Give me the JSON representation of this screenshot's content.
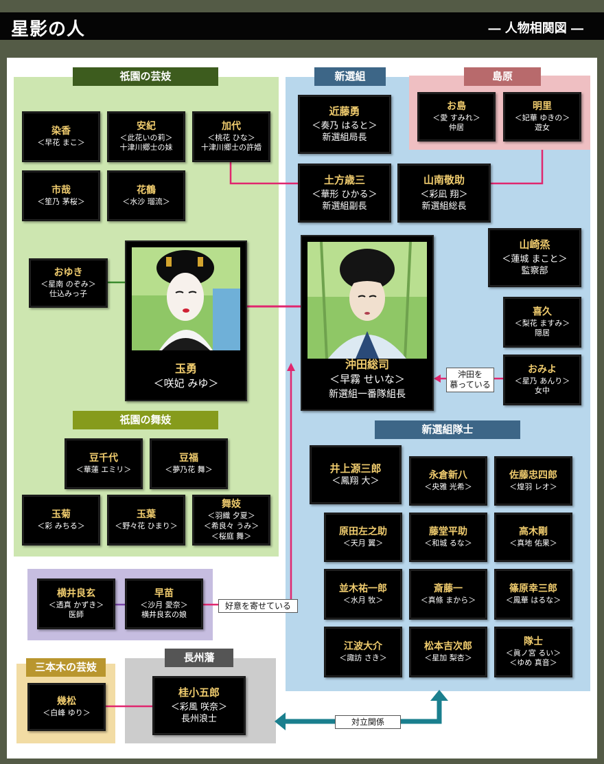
{
  "header": {
    "title": "星影の人",
    "subtitle": "― 人物相関図 ―"
  },
  "groups": {
    "gion_geiko": "祇園の芸妓",
    "shinsengumi": "新選組",
    "shimabara": "島原",
    "gion_maiko": "祇園の舞妓",
    "taishi": "新選組隊士",
    "sanbongi": "三本木の芸妓",
    "choshu": "長州藩"
  },
  "people": {
    "someka": {
      "name": "染香",
      "actor": "＜早花 まこ＞",
      "role": ""
    },
    "aki": {
      "name": "安紀",
      "actor": "＜此花いの莉＞",
      "role": "十津川郷士の妹"
    },
    "kayo": {
      "name": "加代",
      "actor": "＜桃花 ひな＞",
      "role": "十津川郷士の許婚"
    },
    "ichiya": {
      "name": "市哉",
      "actor": "＜笙乃 茅桜＞",
      "role": ""
    },
    "hanazuru": {
      "name": "花鶴",
      "actor": "＜水沙 瑠流＞",
      "role": ""
    },
    "oyuki": {
      "name": "おゆき",
      "actor": "＜星南 のぞみ＞",
      "role": "仕込みっ子"
    },
    "tamayu": {
      "name": "玉勇",
      "actor": "＜咲妃 みゆ＞",
      "role": ""
    },
    "mameyo": {
      "name": "豆千代",
      "actor": "＜華蓮 エミリ＞",
      "role": ""
    },
    "mamefuku": {
      "name": "豆福",
      "actor": "＜夢乃花 舞＞",
      "role": ""
    },
    "tamagiku": {
      "name": "玉菊",
      "actor": "＜彩 みちる＞",
      "role": ""
    },
    "tamaha": {
      "name": "玉葉",
      "actor": "＜野々花 ひまり＞",
      "role": ""
    },
    "maiko": {
      "name": "舞妓",
      "actor": "＜羽織 夕夏＞",
      "actor2": "＜希良々 うみ＞",
      "actor3": "＜桜庭 舞＞"
    },
    "kondo": {
      "name": "近藤勇",
      "actor": "＜奏乃 はると＞",
      "role": "新選組局長"
    },
    "hijikata": {
      "name": "土方歳三",
      "actor": "＜華形 ひかる＞",
      "role": "新選組副長"
    },
    "yamanami": {
      "name": "山南敬助",
      "actor": "＜彩凪 翔＞",
      "role": "新選組総長"
    },
    "okita": {
      "name": "沖田総司",
      "actor": "＜早霧 せいな＞",
      "role": "新選組一番隊組長"
    },
    "yamazaki": {
      "name": "山崎烝",
      "actor": "＜蓮城 まこと＞",
      "role": "監察部"
    },
    "kikyu": {
      "name": "喜久",
      "actor": "＜梨花 ますみ＞",
      "role": "隠居"
    },
    "omiyo": {
      "name": "おみよ",
      "actor": "＜星乃 あんり＞",
      "role": "女中"
    },
    "oshima": {
      "name": "お島",
      "actor": "＜愛 すみれ＞",
      "role": "仲居"
    },
    "akesato": {
      "name": "明里",
      "actor": "＜妃華 ゆきの＞",
      "role": "遊女"
    },
    "inoue": {
      "name": "井上源三郎",
      "actor": "＜鳳翔 大＞",
      "role": ""
    },
    "nagakura": {
      "name": "永倉新八",
      "actor": "＜央雅 光希＞",
      "role": ""
    },
    "sato": {
      "name": "佐藤忠四郎",
      "actor": "＜煌羽 レオ＞",
      "role": ""
    },
    "harada": {
      "name": "原田左之助",
      "actor": "＜天月 翼＞",
      "role": ""
    },
    "todo": {
      "name": "藤堂平助",
      "actor": "＜和城 るな＞",
      "role": ""
    },
    "takagi": {
      "name": "高木剛",
      "actor": "＜真地 佑果＞",
      "role": ""
    },
    "namiki": {
      "name": "並木祐一郎",
      "actor": "＜水月 牧＞",
      "role": ""
    },
    "saito": {
      "name": "斎藤一",
      "actor": "＜真條 まから＞",
      "role": ""
    },
    "shinohara": {
      "name": "篠原幸三郎",
      "actor": "＜鳳華 はるな＞",
      "role": ""
    },
    "enami": {
      "name": "江波大介",
      "actor": "＜諏訪 さき＞",
      "role": ""
    },
    "matsumoto": {
      "name": "松本吉次郎",
      "actor": "＜星加 梨杏＞",
      "role": ""
    },
    "taishi": {
      "name": "隊士",
      "actor": "＜眞ノ宮 るい＞",
      "actor2": "＜ゆめ 真音＞"
    },
    "yokoi": {
      "name": "横井良玄",
      "actor": "＜透真 かずき＞",
      "role": "医師"
    },
    "sanae": {
      "name": "早苗",
      "actor": "＜沙月 愛奈＞",
      "role": "横井良玄の娘"
    },
    "ikumatsu": {
      "name": "幾松",
      "actor": "＜白峰 ゆり＞",
      "role": ""
    },
    "katsura": {
      "name": "桂小五郎",
      "actor": "＜彩風 咲奈＞",
      "role": "長州浪士"
    }
  },
  "notes": {
    "omiyo_okita_1": "沖田を",
    "omiyo_okita_2": "慕っている",
    "sanae_okita": "好意を寄せている",
    "rivalry": "対立関係"
  }
}
